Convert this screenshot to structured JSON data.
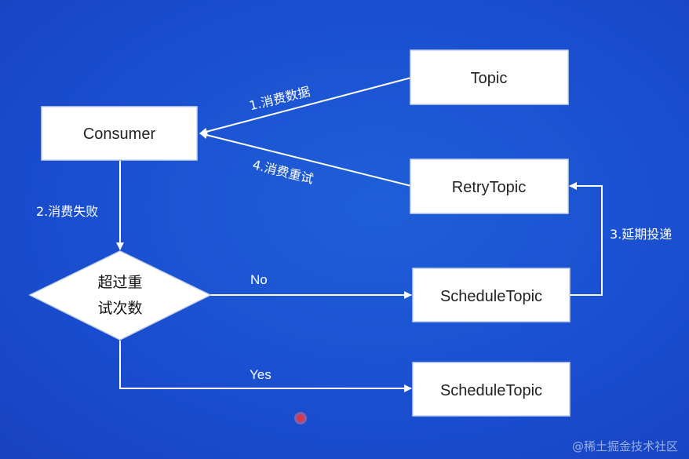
{
  "nodes": {
    "consumer": "Consumer",
    "topic": "Topic",
    "retry_topic": "RetryTopic",
    "schedule_topic_no": "ScheduleTopic",
    "schedule_topic_yes": "ScheduleTopic",
    "decision_line1": "超过重",
    "decision_line2": "试次数"
  },
  "edges": {
    "consume_data": "1.消费数据",
    "consume_fail": "2.消费失败",
    "delay_deliver": "3.延期投递",
    "consume_retry": "4.消费重试",
    "no": "No",
    "yes": "Yes"
  },
  "watermark": "@稀土掘金技术社区",
  "colors": {
    "background": "#1a4fd0",
    "node_fill": "#ffffff",
    "line": "#ffffff",
    "cursor": "#d63a4a"
  }
}
